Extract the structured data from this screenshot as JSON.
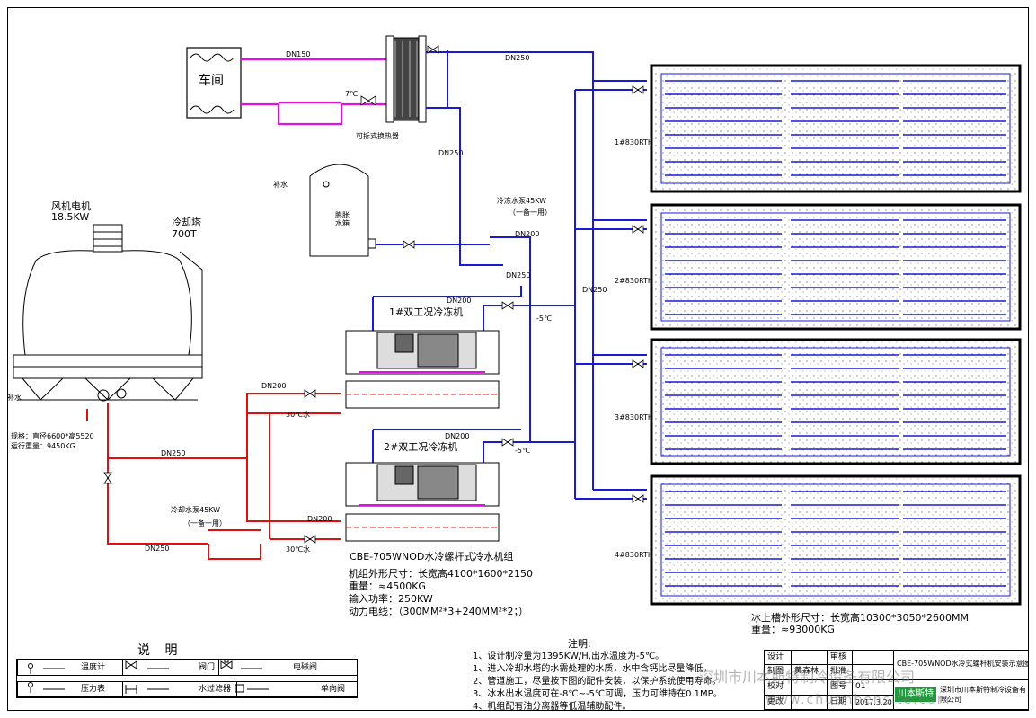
{
  "diagram": {
    "workshop": "车间",
    "pipe_dn150": "DN150",
    "hx_temp": "7℃",
    "hx_label": "可拆式换热器",
    "pipe_top": "DN250",
    "pipe_dn250_left": "DN250",
    "makeup": "补水",
    "expansion_tank": "膨胀\n水箱",
    "chilled_pump": "冷冻水泵45KW",
    "chilled_pump_spare": "（一备一用）",
    "pipe_dn200_a": "DN200",
    "pipe_dn250_b": "DN250",
    "pipe_dn200_c": "DN200",
    "fan_motor": "风机电机",
    "fan_power": "18.5KW",
    "cooling_tower": "冷却塔",
    "cooling_tower_cap": "700T",
    "tower_makeup": "补水",
    "tower_spec": "规格：直径6600*高5520",
    "tower_weight": "运行重量：9450KG",
    "chiller1": "1#双工况冷冻机",
    "chiller2": "2#双工况冷冻机",
    "minus5_a": "-5℃",
    "minus5_b": "-5℃",
    "pipe_dn250_main": "DN250",
    "pipe_dn200_red": "DN200",
    "water30_a": "30℃水",
    "water30_b": "30℃水",
    "pipe_dn250_red": "DN250",
    "pipe_dn200_d": "DN200",
    "cooling_pump": "冷却水泵45KW",
    "cooling_pump_spare": "（一备一用）",
    "pipe_dn250_e": "DN250",
    "pipe_dn200_f": "DN200",
    "unit_model": "CBE-705WNOD水冷螺杆式冷水机组",
    "unit_size": "机组外形尺寸：长宽高4100*1600*2150",
    "unit_weight": "重量：≈4500KG",
    "unit_power": "输入功率：250KW",
    "unit_cable": "动力电线：（300MM²*3+240MM²*2；）",
    "tanks": [
      "1#830RTH",
      "2#830RTH",
      "3#830RTH",
      "4#830RTH"
    ],
    "tank_size": "冰上槽外形尺寸：长宽高10300*3050*2600MM",
    "tank_weight": "重量：≈93000KG"
  },
  "legend": {
    "title": "说 明",
    "items": [
      "温度计",
      "阀门",
      "电磁阀",
      "压力表",
      "水过滤器",
      "单向阀"
    ]
  },
  "notes": {
    "title": "注明:",
    "lines": [
      "1、设计制冷量为1395KW/H,出水温度为-5℃。",
      "1、进入冷却水塔的水需处理的水质，水中含钙比尽量降低。",
      "2、管道施工，尽量按下图的配件安装，以保护系统使用寿命。",
      "3、冰水出水温度可在-8℃~-5℃可调，压力可维持在0.1MP。",
      "4、机组配有油分离器等低温辅助配件。"
    ]
  },
  "titleblock": {
    "design": "设计",
    "review": "审核",
    "drawn": "制图",
    "drawn_name": "黄森林",
    "approve": "批准",
    "check": "校对",
    "drawing_no": "图号",
    "drawing_no_val": "01",
    "revise": "更改",
    "date": "日期",
    "date_val": "2017.3.20",
    "title": "CBE-705WNOD水冷式螺杆机安装示意图",
    "company": "深圳市川本斯特制冷设备有限公司",
    "logo": "川本斯特"
  },
  "watermark": {
    "company": "深圳市川本斯特制冷设备有限公司",
    "url": "www.chuanbensite.com"
  },
  "colors": {
    "blue_pipe": "#1a1ad6",
    "red_pipe": "#e01010",
    "magenta_pipe": "#e010e0",
    "tank_hatch": "#333333"
  }
}
